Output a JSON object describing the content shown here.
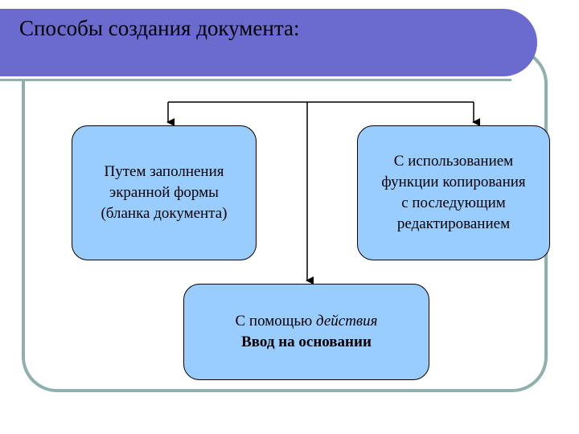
{
  "title": "Способы создания документа:",
  "boxes": {
    "left": {
      "lines": [
        "Путем заполнения",
        "экранной формы",
        "(бланка документа)"
      ]
    },
    "right": {
      "lines": [
        "С использованием",
        "функции копирования",
        "с последующим",
        "редактированием"
      ]
    },
    "bottom": {
      "prefix": "С помощью ",
      "italic": "действия",
      "bold": "Ввод на основании"
    }
  },
  "colors": {
    "header": "#6a6acf",
    "box_fill": "#99ccff",
    "frame": "#8fb0ad"
  }
}
